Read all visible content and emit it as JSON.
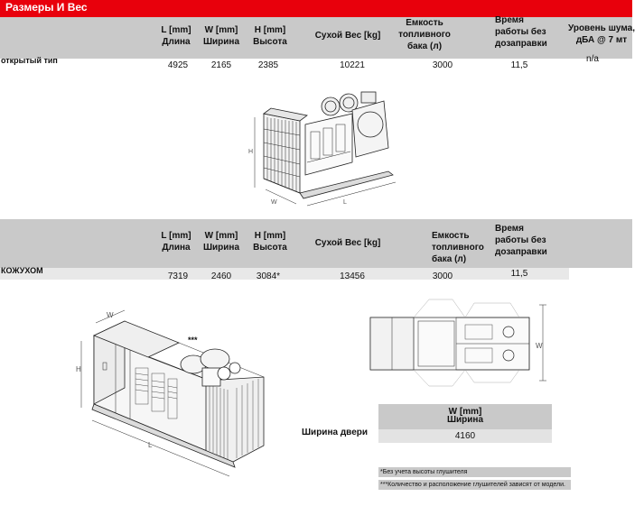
{
  "title": "Размеры И Вес",
  "open_table": {
    "headers": {
      "length": [
        "L [mm]",
        "Длина"
      ],
      "width": [
        "W [mm]",
        "Ширина"
      ],
      "height": [
        "H [mm]",
        "Высота"
      ],
      "dry_weight": "Сухой Вес [kg]",
      "fuel_tank": [
        "Емкость",
        "топливного",
        "бака (л)"
      ],
      "runtime": [
        "Время",
        "работы без",
        "дозаправки"
      ],
      "noise": [
        "Уровень шума,",
        "дБА @ 7 мт"
      ]
    },
    "row": {
      "label": "открытый тип",
      "length": "4925",
      "width": "2165",
      "height": "2385",
      "dry_weight": "10221",
      "fuel_tank": "3000",
      "runtime": "11,5",
      "noise": "n/a"
    }
  },
  "canopy_table": {
    "headers": {
      "length": [
        "L [mm]",
        "Длина"
      ],
      "width": [
        "W [mm]",
        "Ширина"
      ],
      "height": [
        "H [mm]",
        "Высота"
      ],
      "dry_weight": "Сухой Вес [kg]",
      "fuel_tank": [
        "Емкость",
        "топливного",
        "бака (л)"
      ],
      "runtime": [
        "Время",
        "работы без",
        "дозаправки"
      ]
    },
    "row": {
      "label": "КОЖУХОМ",
      "length": "7319",
      "width": "2460",
      "height": "3084*",
      "dry_weight": "13456",
      "fuel_tank": "3000",
      "runtime": "11,5"
    }
  },
  "drawing_labels": {
    "open_h": "H",
    "open_w": "W",
    "open_l": "L",
    "canopy_w": "W",
    "canopy_h": "H",
    "canopy_l": "L",
    "canopy_stars": "***",
    "top_w": "W"
  },
  "door": {
    "label": "Ширина двери",
    "header": [
      "W [mm]",
      "Ширина"
    ],
    "value": "4160"
  },
  "notes": [
    "*Без учета высоты глушителя",
    "***Количество и расположение глушителей зависят от модели."
  ]
}
